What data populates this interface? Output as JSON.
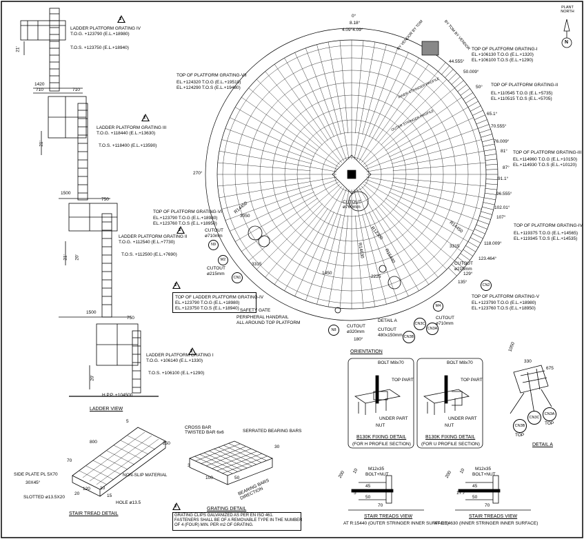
{
  "north": {
    "label": "PLANT NORTH",
    "letter": "N"
  },
  "ladder": {
    "view_title": "LADDER VIEW",
    "hpp": "H.P.P. +104500",
    "dims": {
      "d1420": "1420",
      "d710a": "710",
      "d710b": "710",
      "d1500a": "1500",
      "d750a": "750",
      "d1500b": "1500",
      "d750b": "750",
      "d21a": "21'",
      "d21b": "21'",
      "d21c": "21'",
      "d20a": "20'",
      "d20b": "20'"
    },
    "platforms": [
      {
        "title": "LADDER PLATFORM GRATING IV",
        "tog": "T.O.G. +123790 (E.L.+18980)",
        "tos": "T.O.S. +123750 (E.L.+18940)"
      },
      {
        "title": "LADDER PLATFORM GRATING III",
        "tog": "T.O.G. +118440 (E.L.+13630)",
        "tos": "T.O.S. +118400 (E.L.+13590)"
      },
      {
        "title": "LADDER PLATFORM GRATING II",
        "tog": "T.O.G. +112540 (E.L.+7730)",
        "tos": "T.O.S. +112500 (E.L.+7690)"
      },
      {
        "title": "LADDER PLATFORM GRATING I",
        "tog": "T.O.G. +106140 (E.L.+1330)",
        "tos": "T.O.S. +106100 (E.L.+1290)"
      }
    ]
  },
  "plan": {
    "angle_0": "0°",
    "angle_270": "270°",
    "angle_180": "180°",
    "dim_top": "8.18°",
    "dim_top2": "4.09°4.09°",
    "by_vendor": "BY VENDOR BY TOM",
    "by_tom": "BY TOM BY VENDOR",
    "angles": [
      "44.555°",
      "50.009°",
      "50°",
      "65.1°",
      "70.555°",
      "76.009°",
      "81°",
      "87°",
      "91.1°",
      "96.555°",
      "102.01°",
      "107°",
      "118.009°",
      "123.464°",
      "135°",
      "129°"
    ],
    "platforms": [
      {
        "title": "TOP OF PLATFORM GRATING-I",
        "l1": "EL.+106130 T.O.G (E.L.+1320)",
        "l2": "EL.+106100 T.O.S (E.L.+1290)"
      },
      {
        "title": "TOP OF PLATFORM GRATING-II",
        "l1": "EL.+110545 T.O.G (E.L.+5735)",
        "l2": "EL.+110515 T.O.S (E.L.+5705)"
      },
      {
        "title": "TOP OF PLATFORM GRATING-III",
        "l1": "EL.+114960 T.O.G (E.L.+10150)",
        "l2": "EL.+114930 T.O.S (E.L.+10120)"
      },
      {
        "title": "TOP OF PLATFORM GRATING-IV",
        "l1": "EL.+119375 T.O.G (E.L.+14565)",
        "l2": "EL.+119345 T.O.S (E.L.+14535)"
      },
      {
        "title": "TOP OF PLATFORM GRATING-V",
        "l1": "EL.+123790 T.O.G (E.L.+18980)",
        "l2": "EL.+123760 T.O.S (E.L.+18950)"
      },
      {
        "title": "TOP OF PLATFORM GRATING-VI",
        "l1": "EL.+123790 T.O.G (E.L.+18980)",
        "l2": "EL.+123760 T.O.S (E.L.+18950)"
      },
      {
        "title": "TOP OF PLATFORM GRATING-VII",
        "l1": "EL.+124320 T.O.G (E.L.+19510)",
        "l2": "EL.+124290 T.O.S (E.L.+19480)"
      }
    ],
    "ladder_grating": {
      "title": "TOP OF LADDER PLATFORM GRATING-IV",
      "l1": "EL.+123790 T.O.G (E.L.+18980)",
      "l2": "EL.+123750 T.O.S (E.L.+18940)"
    },
    "safety_gate": "SAFETY GATE",
    "handrail": "PERIPHERAL HANDRAIL",
    "handrail2": "ALL AROUND TOP PLATFORM",
    "cutouts": [
      {
        "t": "CUTOUT",
        "v": "ø710mm"
      },
      {
        "t": "CUTOUT",
        "v": "ø215mm"
      },
      {
        "t": "CUTOUT",
        "v": "ø320mm"
      },
      {
        "t": "CUTOUT",
        "v": "480x150mm"
      },
      {
        "t": "CUTOUT",
        "v": "ø215mm"
      },
      {
        "t": "CUTOUT",
        "v": "ø710mm"
      },
      {
        "t": "CUTOUT",
        "v": "ø760mm"
      }
    ],
    "nozzles": [
      "N9",
      "M2",
      "CN1",
      "N8",
      "CN3B",
      "CN3C",
      "CN3A",
      "M4",
      "CN2"
    ],
    "radii": [
      "R14450",
      "R14450",
      "R15440",
      "R14630",
      "R12300",
      "3050",
      "3315",
      "3315",
      "1450",
      "2225"
    ],
    "detail_a": "DETAIL A",
    "outer_stringer": "OUTER STRINGER PROFILE",
    "inner_stringer": "INNER STRINGER PROFILE"
  },
  "orientation": {
    "title": "ORIENTATION",
    "detail1": {
      "bolt": "BOLT M8x70",
      "top": "TOP PART",
      "under": "UNDER PART",
      "nut": "NUT",
      "title": "B130K FIXING DETAIL",
      "sub": "(FOR H PROFILE SECTION)"
    },
    "detail2": {
      "bolt": "BOLT M8x70",
      "top": "TOP PART",
      "under": "UNDER PART",
      "nut": "NUT",
      "title": "B130K FIXING DETAIL",
      "sub": "(FOR U PROFILE SECTION)"
    }
  },
  "detail_a": {
    "title": "DETAIL A",
    "cn3c": "CN3C",
    "cn3b": "CN3B",
    "cn3a": "CN3A",
    "top1": "TOP",
    "top2": "TOP",
    "d330": "330",
    "d675": "675",
    "d1050": "1050"
  },
  "stair": {
    "title": "STAIR TREAD DETAIL",
    "side_plate": "SIDE PLATE PL 5X70",
    "chamfer": "30X45°",
    "slotted": "SLOTTED ø13.5X20",
    "non_slip": "NON-SLIP MATERIAL",
    "hole": "HOLE ø13.5",
    "d800": "800",
    "d5": "5",
    "d20": "20",
    "d120": "120",
    "d15": "15",
    "d10": "10",
    "d70": "70",
    "d250": "250"
  },
  "grating": {
    "title": "GRATING DETAIL",
    "cross_bar": "CROSS BAR",
    "twisted": "TWISTED BAR 6x6",
    "serrated": "SERRATED BEARING BARS",
    "bearing_dir": "BEARING BARS DIRECTION",
    "d30": "30",
    "d50": "50",
    "d100": "100",
    "d3": "3",
    "note1": "GRATING CLIPS GALVANIZED AS PER EN ISO 461.",
    "note2": "FASTENERS SHALL BE OF A REMOVABLE TYPE IN THE NUMBER",
    "note3": "OF 4 (FOUR) MIN. PER m2 OF GRATING."
  },
  "treads": [
    {
      "bolt": "M12x35",
      "bolt2": "BOLT+NUT",
      "title": "STAIR TREADS VIEW",
      "sub": "AT R:15440 (OUTER STRINGER INNER SURFACE)",
      "d200": "200",
      "d10": "10",
      "d5": "5",
      "d45": "45",
      "d50": "50",
      "d70": "70"
    },
    {
      "bolt": "M12x35",
      "bolt2": "BOLT+NUT",
      "title": "STAIR TREADS VIEW",
      "sub": "AT R:14630 (INNER STRINGER INNER SURFACE)",
      "d200": "200",
      "d10": "10",
      "d17": "17.7",
      "d45": "45",
      "d50": "50",
      "d70": "70"
    }
  ],
  "rev": "2"
}
